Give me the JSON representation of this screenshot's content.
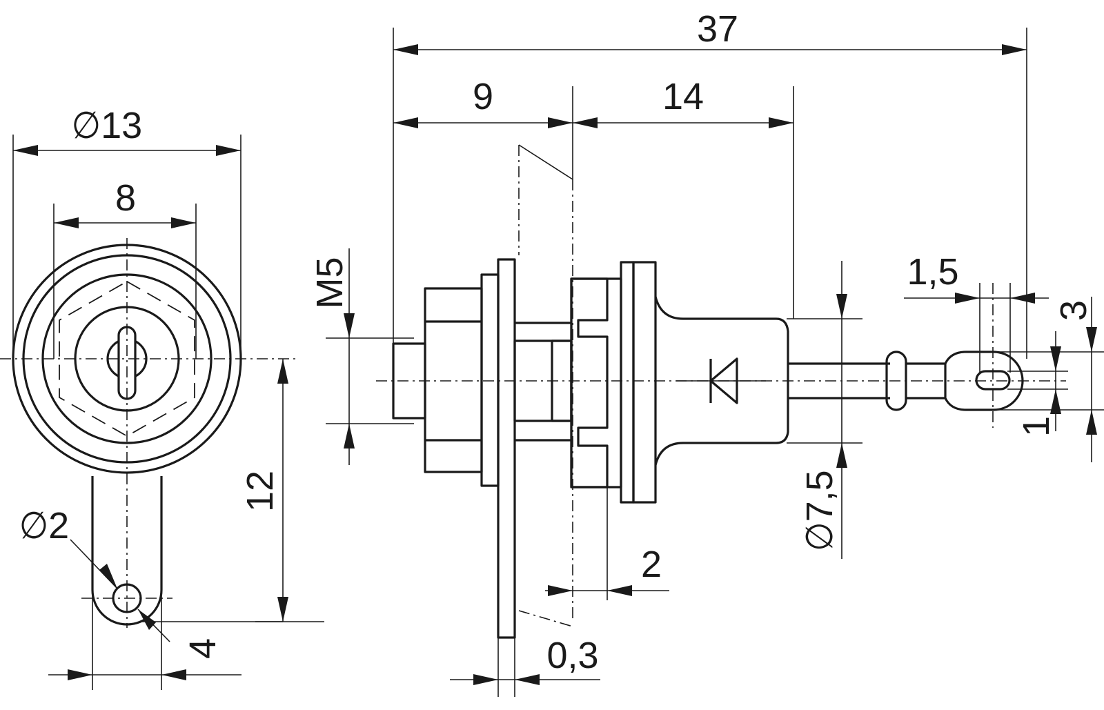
{
  "dimensions": {
    "d13": "∅13",
    "d8": "8",
    "d12": "12",
    "d2": "∅2",
    "d4": "4",
    "d37": "37",
    "d9": "9",
    "d14": "14",
    "m5": "M5",
    "d2_flange": "2",
    "d0_3": "0,3",
    "d7_5": "∅7,5",
    "d1_5": "1,5",
    "d3": "3",
    "d1": "1"
  }
}
